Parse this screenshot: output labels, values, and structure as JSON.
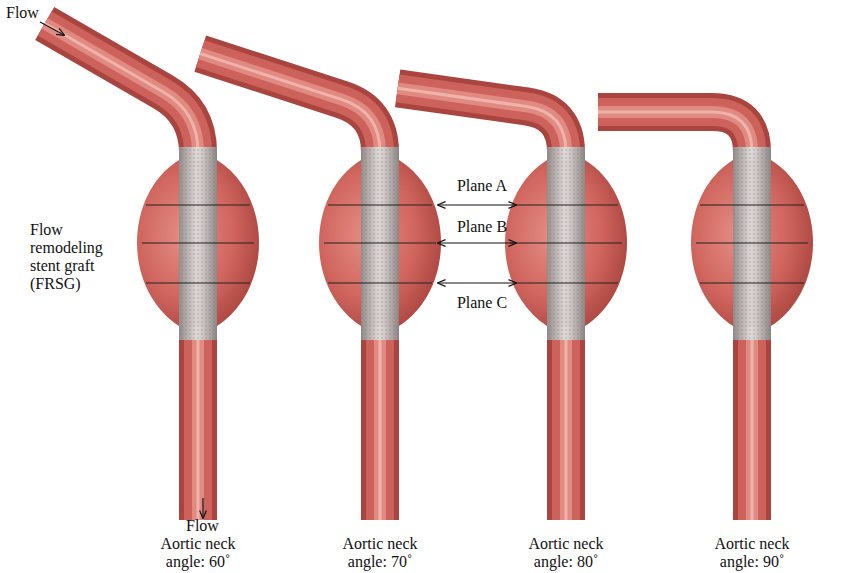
{
  "diagram": {
    "labels": [
      "Flow",
      "Flow remodeling stent graft (FRSG)",
      "Plane A",
      "Plane B",
      "Plane C",
      "Flow",
      "Aortic neck angle: 60˚",
      "Aortic neck angle: 70˚",
      "Aortic neck angle: 80˚",
      "Aortic neck angle: 90˚"
    ]
  }
}
